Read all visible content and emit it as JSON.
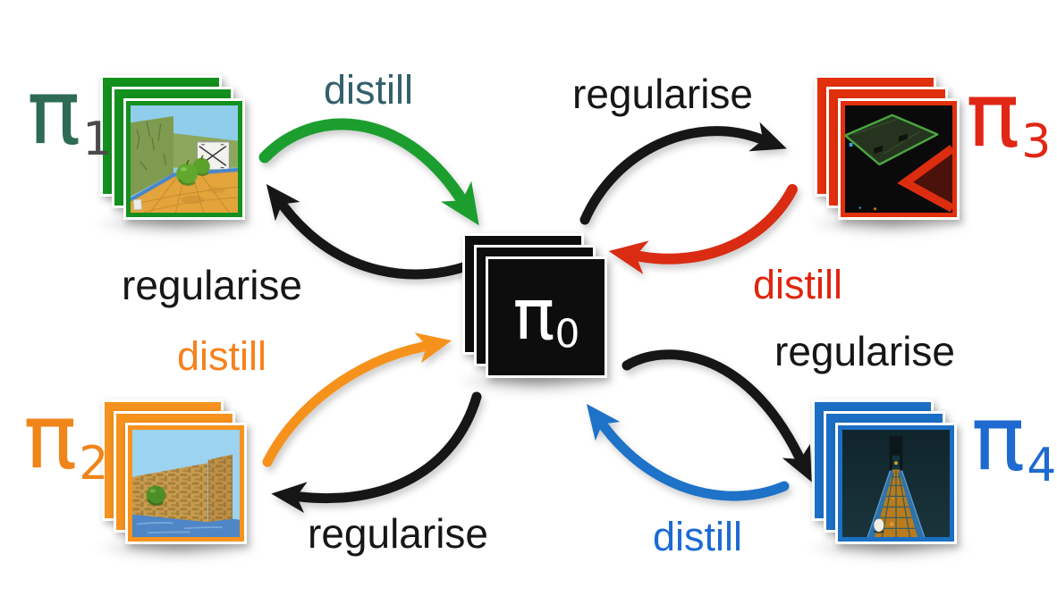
{
  "background_color": "#FFFFFF",
  "center_policy": {
    "symbol": "π",
    "subscript": "0",
    "frame_color": "#0D0D0D",
    "text_color": "#FFFFFF",
    "screenshot": "stacked-black-policy-cards"
  },
  "policies": [
    {
      "id": "pi-1",
      "position": "top-left",
      "symbol": "π",
      "subscript": "1",
      "label_color": "#2E6B54",
      "subscript_color": "#4A4A4A",
      "frame_color": "#13901D",
      "screenshot": "green-maze-room-with-apples-and-target-sign",
      "distill": {
        "text": "distill",
        "text_color": "#33606A",
        "arrow_color": "#1C9E2F",
        "direction": "to-center"
      },
      "regularise": {
        "text": "regularise",
        "text_color": "#161616",
        "arrow_color": "#161616",
        "direction": "from-center"
      }
    },
    {
      "id": "pi-2",
      "position": "bottom-left",
      "symbol": "π",
      "subscript": "2",
      "label_color": "#F08519",
      "subscript_color": "#F08519",
      "frame_color": "#F6921D",
      "screenshot": "tan-brick-maze-wall-water-and-apple",
      "distill": {
        "text": "distill",
        "text_color": "#F5821E",
        "arrow_color": "#F6921C",
        "direction": "to-center"
      },
      "regularise": {
        "text": "regularise",
        "text_color": "#161616",
        "arrow_color": "#161616",
        "direction": "from-center"
      }
    },
    {
      "id": "pi-3",
      "position": "top-right",
      "symbol": "π",
      "subscript": "3",
      "label_color": "#E02715",
      "subscript_color": "#E02715",
      "frame_color": "#E2300D",
      "screenshot": "dark-arena-green-platform-red-ramp",
      "distill": {
        "text": "distill",
        "text_color": "#E0250F",
        "arrow_color": "#D92C12",
        "direction": "to-center"
      },
      "regularise": {
        "text": "regularise",
        "text_color": "#161616",
        "arrow_color": "#161616",
        "direction": "from-center"
      }
    },
    {
      "id": "pi-4",
      "position": "bottom-right",
      "symbol": "π",
      "subscript": "4",
      "label_color": "#1E6AD0",
      "subscript_color": "#1E6AD0",
      "frame_color": "#1B6FC4",
      "screenshot": "dark-corridor-hex-tile-floor-with-egg",
      "distill": {
        "text": "distill",
        "text_color": "#1C6BD2",
        "arrow_color": "#1E72C8",
        "direction": "to-center"
      },
      "regularise": {
        "text": "regularise",
        "text_color": "#161616",
        "arrow_color": "#161616",
        "direction": "from-center"
      }
    }
  ],
  "relations": [
    {
      "from": "pi-1",
      "to": "pi-0",
      "label": "distill",
      "color": "#1C9E2F"
    },
    {
      "from": "pi-0",
      "to": "pi-1",
      "label": "regularise",
      "color": "#161616"
    },
    {
      "from": "pi-2",
      "to": "pi-0",
      "label": "distill",
      "color": "#F6921C"
    },
    {
      "from": "pi-0",
      "to": "pi-2",
      "label": "regularise",
      "color": "#161616"
    },
    {
      "from": "pi-3",
      "to": "pi-0",
      "label": "distill",
      "color": "#D92C12"
    },
    {
      "from": "pi-0",
      "to": "pi-3",
      "label": "regularise",
      "color": "#161616"
    },
    {
      "from": "pi-4",
      "to": "pi-0",
      "label": "distill",
      "color": "#1E72C8"
    },
    {
      "from": "pi-0",
      "to": "pi-4",
      "label": "regularise",
      "color": "#161616"
    }
  ]
}
